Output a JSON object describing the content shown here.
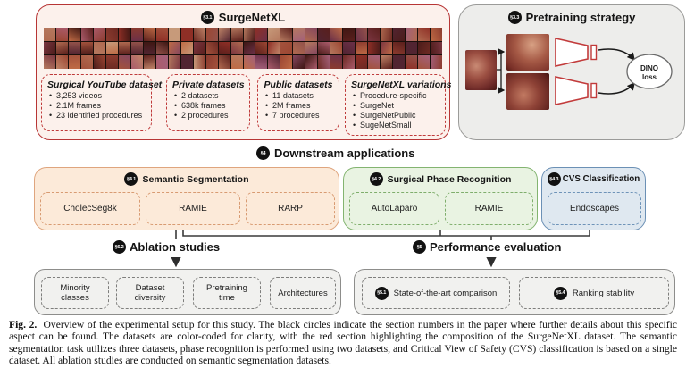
{
  "colors": {
    "red_accent": "#b73535",
    "segmentation_fill": "#fcead9",
    "segmentation_border": "#dfa57e",
    "phase_fill": "#e9f3e2",
    "phase_border": "#83b470",
    "cvs_fill": "#dfe8f0",
    "cvs_border": "#6b90b5",
    "gray_fill": "#f1f1ef",
    "gray_border": "#8d8d8b",
    "badge_bg": "#111111"
  },
  "surgenetxl": {
    "section": "§3.1",
    "title": "SurgeNetXL",
    "datasets": [
      {
        "title": "Surgical YouTube dataset",
        "items": [
          "3,253 videos",
          "2.1M frames",
          "23 identified procedures"
        ]
      },
      {
        "title": "Private datasets",
        "items": [
          "2 datasets",
          "638k frames",
          "2 procedures"
        ]
      },
      {
        "title": "Public datasets",
        "items": [
          "11 datasets",
          "2M frames",
          "7 procedures"
        ]
      },
      {
        "title": "SurgeNetXL variations",
        "items": [
          "Procedure-specific",
          "SurgeNet",
          "SurgeNetPublic",
          "SugeNetSmall"
        ]
      }
    ]
  },
  "pretraining": {
    "section": "§3.3",
    "title": "Pretraining strategy",
    "loss_line1": "DINO",
    "loss_line2": "loss"
  },
  "downstream": {
    "section": "§4",
    "title": "Downstream applications",
    "segmentation": {
      "section": "§4.1",
      "title": "Semantic Segmentation",
      "datasets": [
        "CholecSeg8k",
        "RAMIE",
        "RARP"
      ]
    },
    "phase": {
      "section": "§4.2",
      "title": "Surgical Phase Recognition",
      "datasets": [
        "AutoLaparo",
        "RAMIE"
      ]
    },
    "cvs": {
      "section": "§4.3",
      "title": "CVS Classification",
      "datasets": [
        "Endoscapes"
      ]
    }
  },
  "ablation": {
    "section": "§6.2",
    "title": "Ablation studies",
    "items": [
      "Minority classes",
      "Dataset diversity",
      "Pretraining time",
      "Architectures"
    ]
  },
  "performance": {
    "section": "§5",
    "title": "Performance evaluation",
    "items": [
      {
        "section": "§5.1",
        "label": "State-of-the-art comparison"
      },
      {
        "section": "§5.4",
        "label": "Ranking stability"
      }
    ]
  },
  "caption": {
    "label": "Fig. 2.",
    "text": "Overview of the experimental setup for this study. The black circles indicate the section numbers in the paper where further details about this specific aspect can be found. The datasets are color-coded for clarity, with the red section highlighting the composition of the SurgeNetXL dataset. The semantic segmentation task utilizes three datasets, phase recognition is performed using two datasets, and Critical View of Safety (CVS) classification is based on a single dataset. All ablation studies are conducted on semantic segmentation datasets."
  }
}
